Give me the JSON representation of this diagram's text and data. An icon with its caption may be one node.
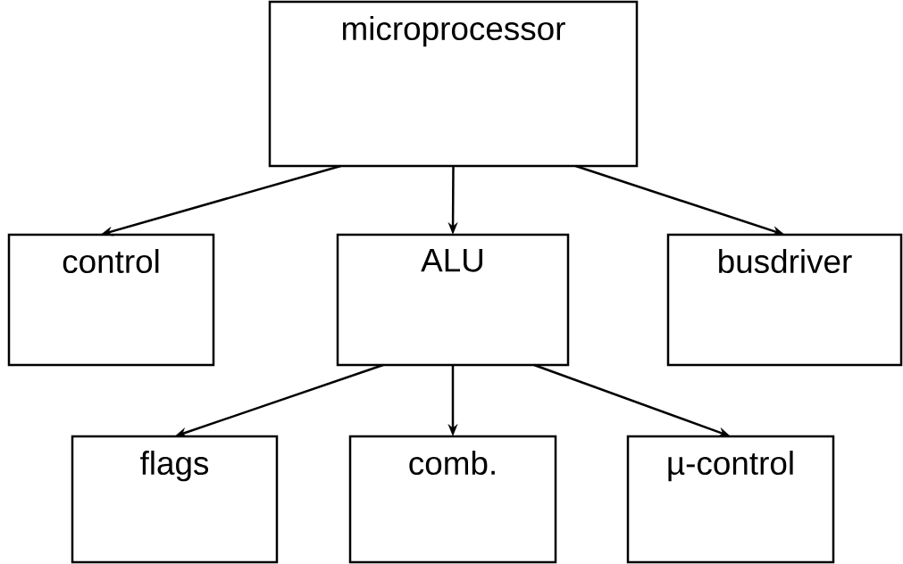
{
  "diagram": {
    "nodes": [
      {
        "text": [
          "microprocessor"
        ]
      },
      {
        "text": [
          "control"
        ]
      },
      {
        "text": [
          "ALU"
        ]
      },
      {
        "text": [
          "busdriver"
        ]
      },
      {
        "text": [
          "flags"
        ]
      },
      {
        "text": [
          "comb."
        ]
      },
      {
        "text": [
          "µ-control"
        ]
      }
    ],
    "edges": [
      {
        "from": 0,
        "to": 1,
        "arrow": "to"
      },
      {
        "from": 0,
        "to": 2,
        "arrow": "to"
      },
      {
        "from": 0,
        "to": 3,
        "arrow": "to"
      },
      {
        "from": 2,
        "to": 4,
        "arrow": "to"
      },
      {
        "from": 2,
        "to": 5,
        "arrow": "to"
      },
      {
        "from": 2,
        "to": 6,
        "arrow": "to"
      }
    ]
  }
}
